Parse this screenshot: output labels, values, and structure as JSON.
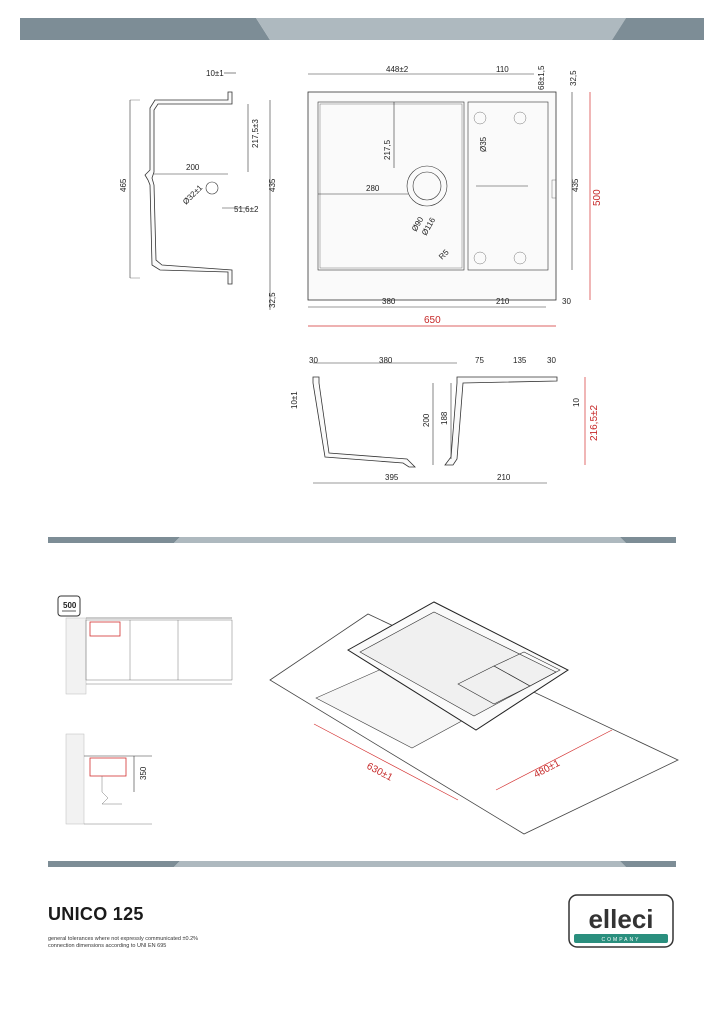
{
  "product": {
    "name": "UNICO 125"
  },
  "notes": [
    "general tolerances where not expressly communicated ±0.2%",
    "connection dimensions according to UNI EN 695"
  ],
  "brand": {
    "logo_text": "elleci",
    "logo_sub": "COMPANY",
    "color": "#2a8f7e"
  },
  "colors": {
    "band": "#7d8d96",
    "band_light": "#c2ccd1",
    "accent_red": "#c62828"
  },
  "side_view": {
    "dims": {
      "rim": "10±1",
      "top": "217,5±3",
      "left": "465",
      "center": "200",
      "hole": "Ø32±1",
      "offset": "51,6±2",
      "height": "435",
      "bottom": "32,5"
    }
  },
  "top_view": {
    "dims": {
      "width_top": "448±2",
      "drainer": "110",
      "hole_pos": "68±1,5",
      "edge": "32,5",
      "depth1": "217,5",
      "tap_hole": "Ø35",
      "drain": "280",
      "d90": "Ø90",
      "d116": "Ø116",
      "radius": "R5",
      "depth2": "435",
      "overall_depth": "500",
      "bowl_w": "380",
      "drain_w": "210",
      "right_edge": "30",
      "overall_w": "650"
    }
  },
  "front_section": {
    "dims": {
      "left": "30",
      "bowl": "380",
      "gap": "75",
      "drainer": "135",
      "right": "30",
      "rim": "10±1",
      "depth": "200",
      "inner": "188",
      "lip": "10",
      "total": "216,5±2",
      "bottom_bowl": "395",
      "bottom_drain": "210"
    }
  },
  "install": {
    "cabinet_label": "500",
    "dims": {
      "height": "350",
      "cutout_w": "630±1",
      "cutout_d": "480±1"
    }
  }
}
